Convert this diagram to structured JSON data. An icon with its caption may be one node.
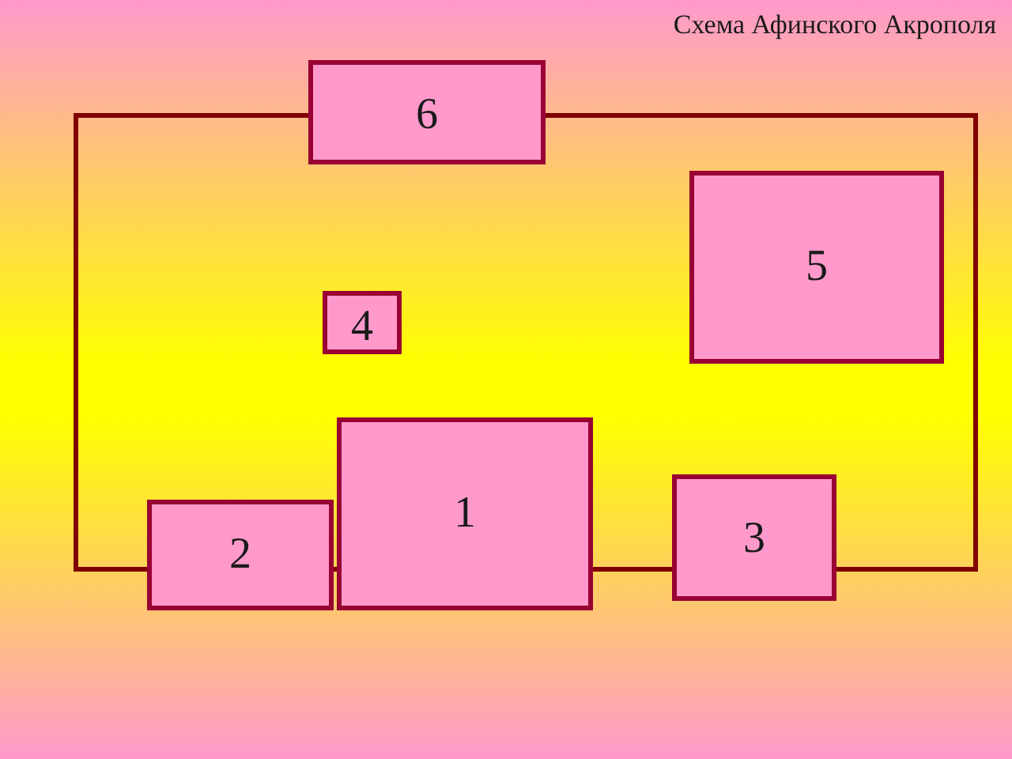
{
  "diagram": {
    "title": "Схема Афинского Акрополя",
    "nodes": [
      {
        "text": [
          "6"
        ]
      },
      {
        "text": [
          "5"
        ]
      },
      {
        "text": [
          "4"
        ]
      },
      {
        "text": [
          "1"
        ]
      },
      {
        "text": [
          "3"
        ]
      },
      {
        "text": [
          "2"
        ]
      }
    ]
  }
}
